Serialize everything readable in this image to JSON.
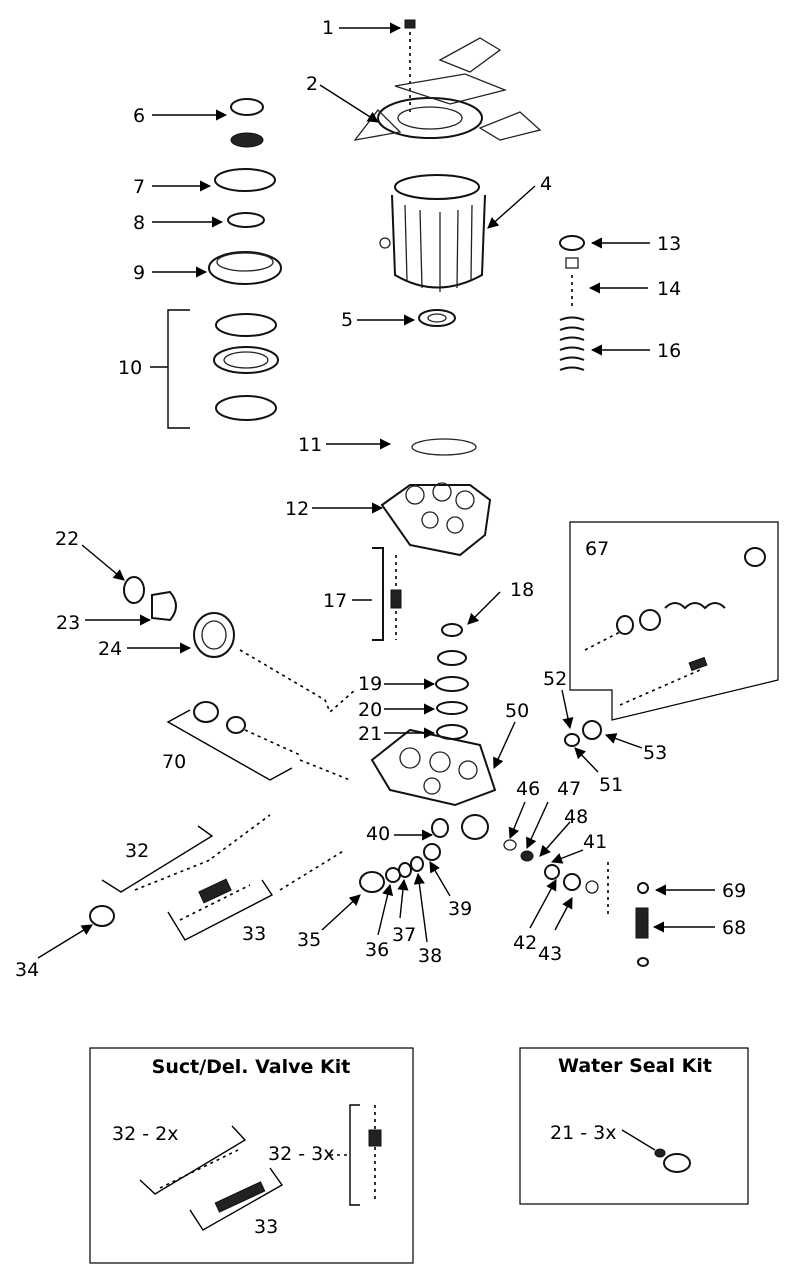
{
  "callouts": {
    "c1": "1",
    "c2": "2",
    "c4": "4",
    "c5": "5",
    "c6": "6",
    "c7": "7",
    "c8": "8",
    "c9": "9",
    "c10": "10",
    "c11": "11",
    "c12": "12",
    "c13": "13",
    "c14": "14",
    "c16": "16",
    "c17": "17",
    "c18": "18",
    "c19": "19",
    "c20": "20",
    "c21": "21",
    "c22": "22",
    "c23": "23",
    "c24": "24",
    "c32": "32",
    "c33": "33",
    "c34": "34",
    "c35": "35",
    "c36": "36",
    "c37": "37",
    "c38": "38",
    "c39": "39",
    "c40": "40",
    "c41": "41",
    "c42": "42",
    "c43": "43",
    "c46": "46",
    "c47": "47",
    "c48": "48",
    "c50": "50",
    "c51": "51",
    "c52": "52",
    "c53": "53",
    "c67": "67",
    "c68": "68",
    "c69": "69",
    "c70": "70"
  },
  "kits": {
    "valve_kit": {
      "title": "Suct/Del. Valve Kit",
      "label_a": "32 - 2x",
      "label_b": "32 - 3x",
      "label_c": "33"
    },
    "seal_kit": {
      "title": "Water Seal Kit",
      "label_a": "21 - 3x"
    }
  }
}
